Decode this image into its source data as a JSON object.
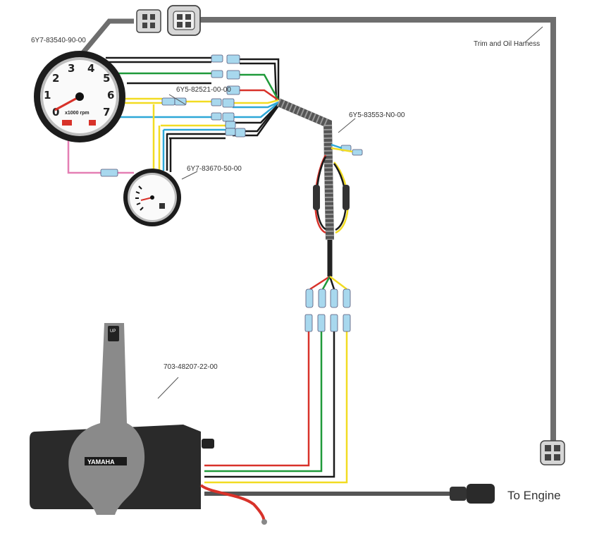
{
  "labels": {
    "tachometer_part": "6Y7-83540-90-00",
    "harness_part": "6Y5-82521-00-00",
    "trim_gauge_part": "6Y7-83670-50-00",
    "main_harness_part": "6Y5-83553-N0-00",
    "remote_control_part": "703-48207-22-00",
    "trim_oil_harness": "Trim and Oil Harness",
    "to_engine": "To Engine"
  },
  "tachometer": {
    "dial_numbers": [
      "0",
      "1",
      "2",
      "3",
      "4",
      "5",
      "6",
      "7"
    ],
    "unit": "x1000 rpm"
  },
  "remote_control": {
    "brand": "YAMAHA",
    "up_label": "UP"
  },
  "colors": {
    "wire_black": "#1a1a1a",
    "wire_green": "#1f9a3a",
    "wire_red": "#d8322a",
    "wire_yellow": "#f2dc22",
    "wire_blue": "#2ea8d8",
    "wire_pink": "#e47fb4",
    "harness_gray": "#6e6e6e",
    "connector_blue": "#a8d8ee",
    "control_gray": "#8a8a8a",
    "control_body": "#2a2a2a"
  }
}
